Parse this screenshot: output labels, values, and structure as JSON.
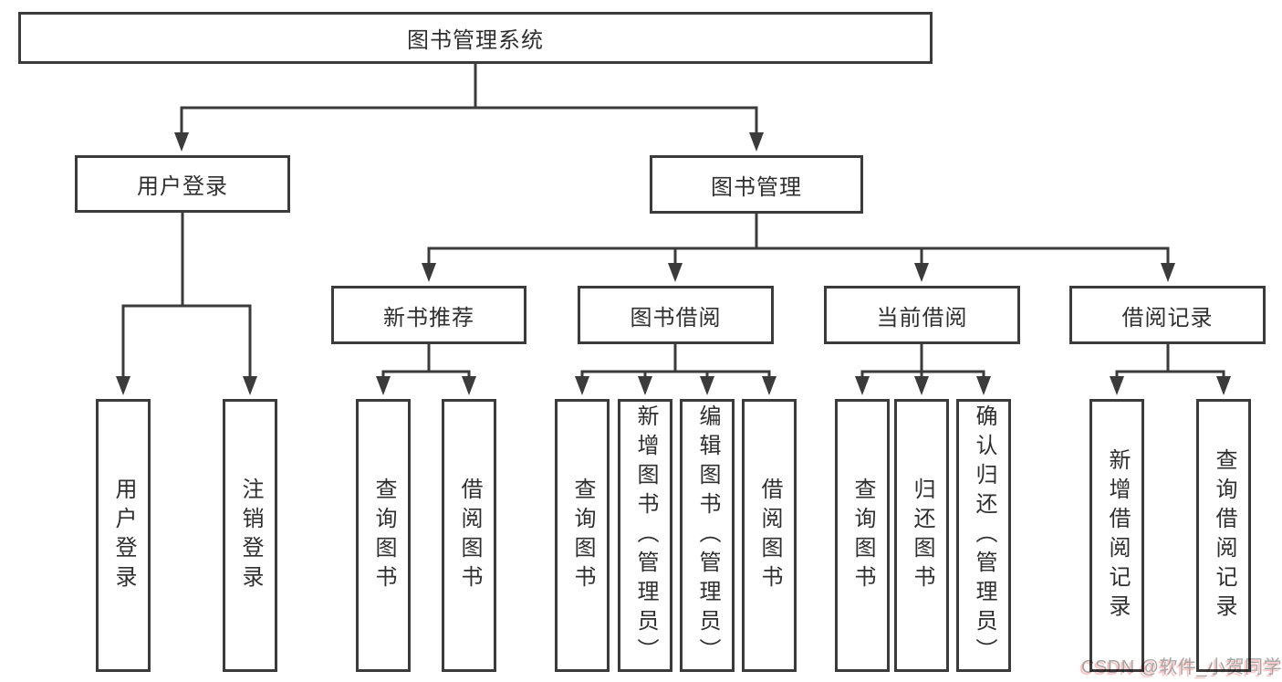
{
  "tree": {
    "label": "图书管理系统",
    "children": [
      {
        "label": "用户登录",
        "children": [
          {
            "label": "用户登录"
          },
          {
            "label": "注销登录"
          }
        ]
      },
      {
        "label": "图书管理",
        "children": [
          {
            "label": "新书推荐",
            "children": [
              {
                "label": "查询图书"
              },
              {
                "label": "借阅图书"
              }
            ]
          },
          {
            "label": "图书借阅",
            "children": [
              {
                "label": "查询图书"
              },
              {
                "label": "新增图书（管理员）"
              },
              {
                "label": "编辑图书（管理员）"
              },
              {
                "label": "借阅图书"
              }
            ]
          },
          {
            "label": "当前借阅",
            "children": [
              {
                "label": "查询图书"
              },
              {
                "label": "归还图书"
              },
              {
                "label": "确认归还（管理员）"
              }
            ]
          },
          {
            "label": "借阅记录",
            "children": [
              {
                "label": "新增借阅记录"
              },
              {
                "label": "查询借阅记录"
              }
            ]
          }
        ]
      }
    ]
  },
  "watermark": {
    "text": "CSDN @软件_小贺同学"
  },
  "colors": {
    "line": "#3b3b3b",
    "text": "#2f2f2f",
    "background": "#ffffff",
    "watermark_gray": "#a6a6a6",
    "watermark_red": "#ff6060"
  }
}
